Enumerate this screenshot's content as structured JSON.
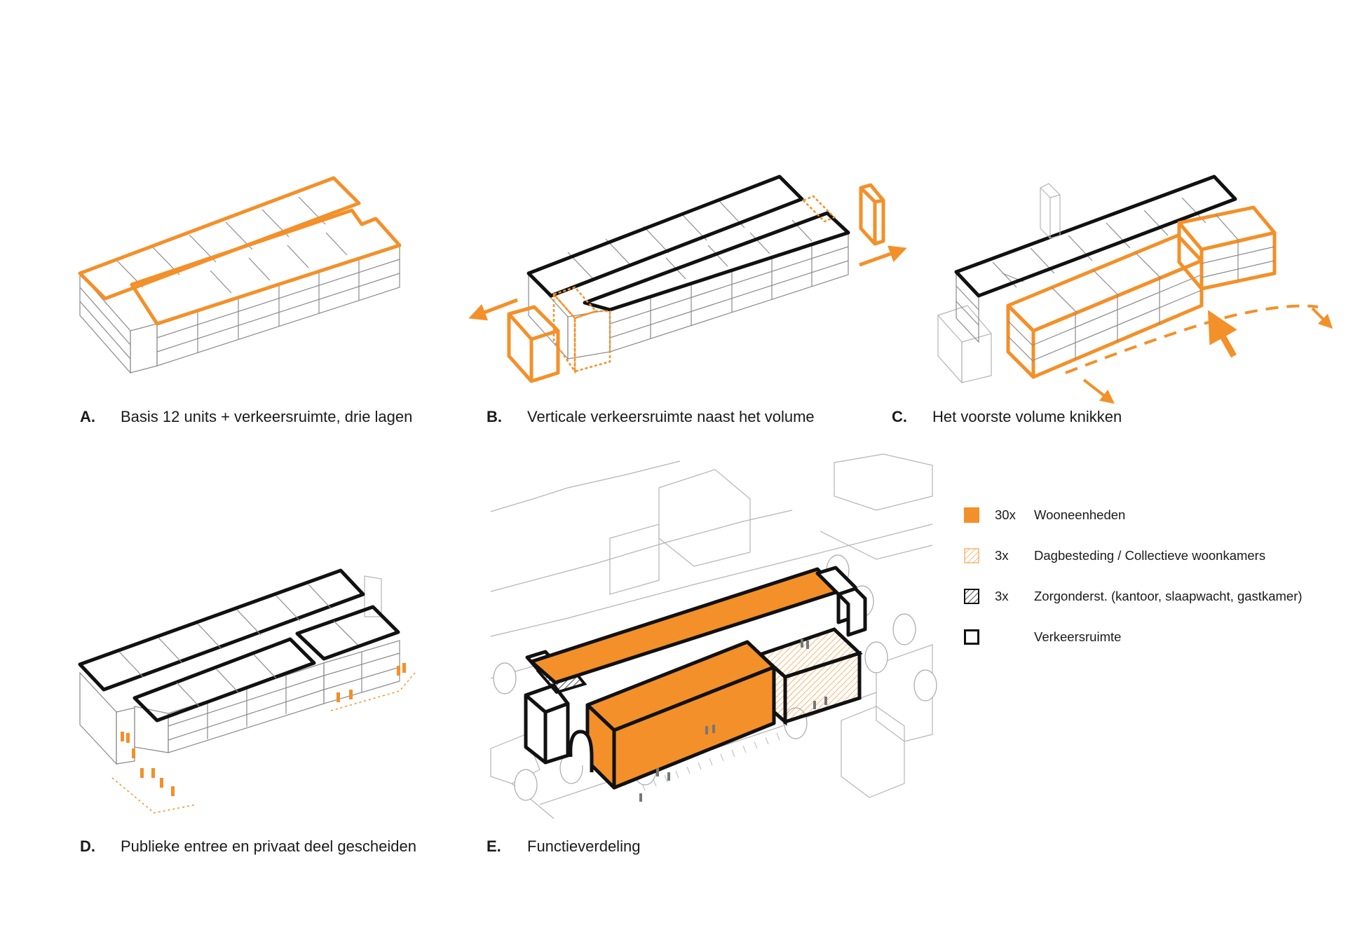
{
  "colors": {
    "accent": "#f39029",
    "outline": "#111111",
    "line": "#8a8a8a"
  },
  "panels": [
    {
      "letter": "A.",
      "caption": "Basis 12 units + verkeersruimte, drie lagen"
    },
    {
      "letter": "B.",
      "caption": "Verticale verkeersruimte naast het volume"
    },
    {
      "letter": "C.",
      "caption": "Het voorste volume knikken"
    },
    {
      "letter": "D.",
      "caption": "Publieke entree en privaat deel gescheiden"
    },
    {
      "letter": "E.",
      "caption": "Functieverdeling"
    }
  ],
  "legend": [
    {
      "count": "30x",
      "label": "Wooneenheden",
      "swatch": "orange-fill"
    },
    {
      "count": "3x",
      "label": "Dagbesteding / Collectieve woonkamers",
      "swatch": "orange-hatch"
    },
    {
      "count": "3x",
      "label": "Zorgonderst. (kantoor, slaapwacht, gastkamer)",
      "swatch": "black-hatch"
    },
    {
      "count": "",
      "label": "Verkeersruimte",
      "swatch": "black-outline"
    }
  ]
}
